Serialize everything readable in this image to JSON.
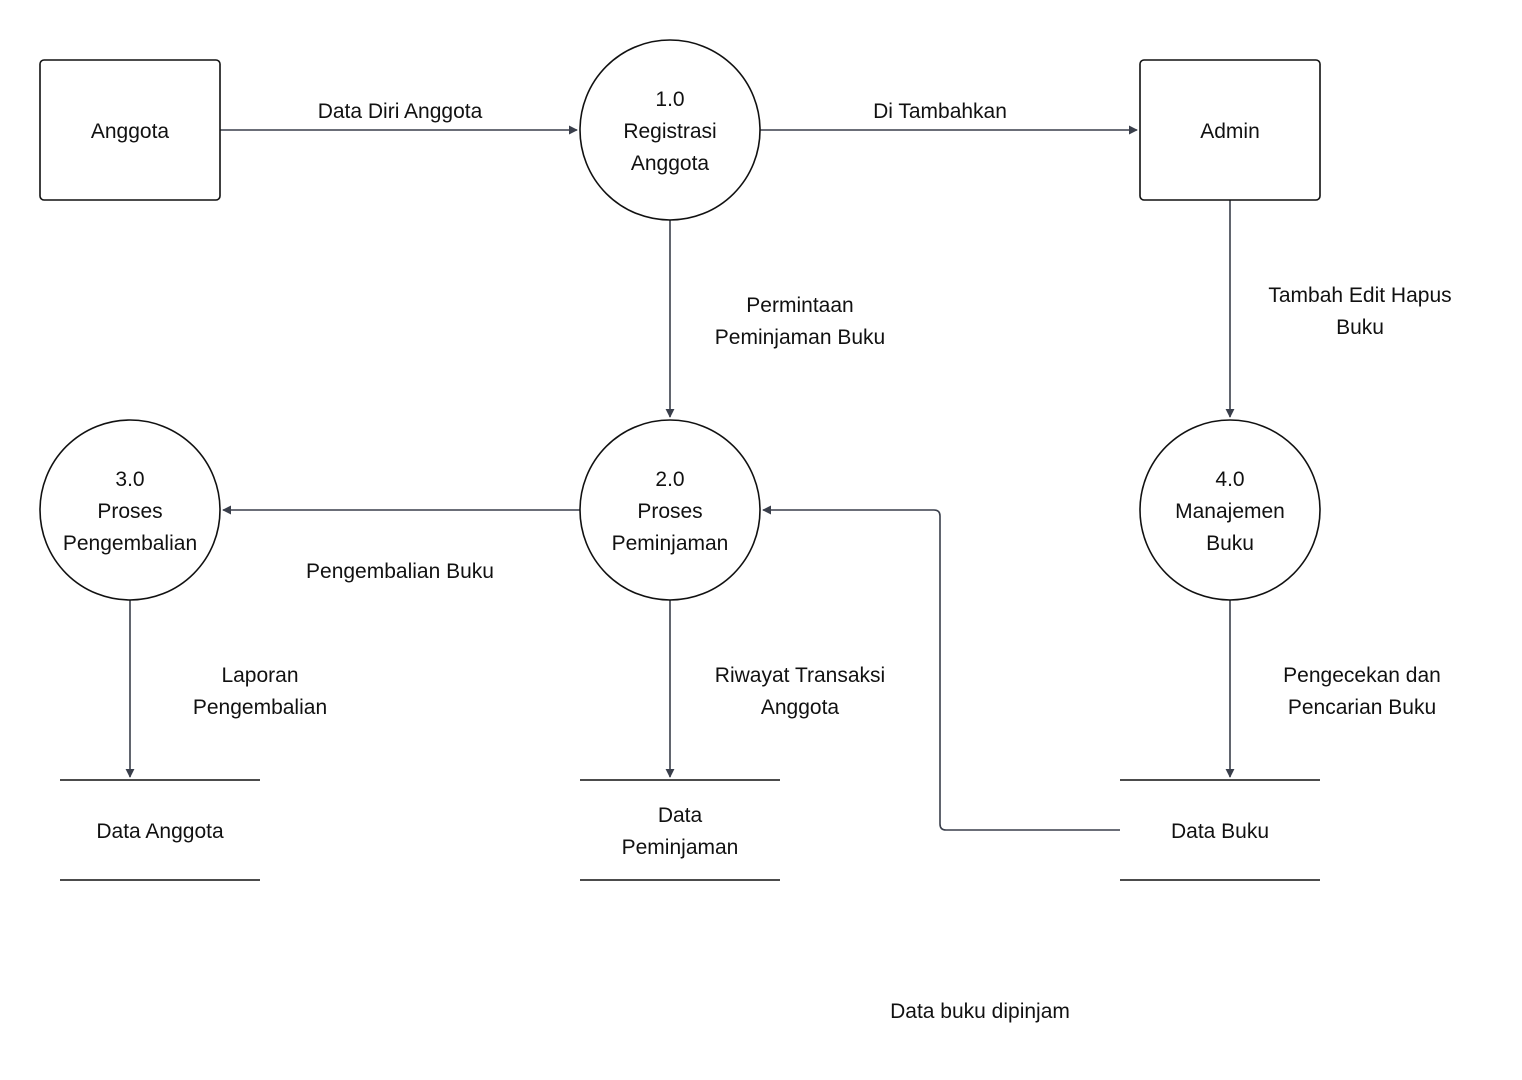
{
  "colors": {
    "line": "#3a3f4b",
    "stroke": "#111111",
    "text": "#111111",
    "background": "#ffffff"
  },
  "entities": {
    "anggota": "Anggota",
    "admin": "Admin"
  },
  "processes": {
    "p1": {
      "number": "1.0",
      "line1": "Registrasi",
      "line2": "Anggota"
    },
    "p2": {
      "number": "2.0",
      "line1": "Proses",
      "line2": "Peminjaman"
    },
    "p3": {
      "number": "3.0",
      "line1": "Proses",
      "line2": "Pengembalian"
    },
    "p4": {
      "number": "4.0",
      "line1": "Manajemen",
      "line2": "Buku"
    }
  },
  "stores": {
    "data_anggota": {
      "line1": "Data Anggota"
    },
    "data_peminjaman": {
      "line1": "Data",
      "line2": "Peminjaman"
    },
    "data_buku": {
      "line1": "Data Buku"
    }
  },
  "flows": {
    "data_diri_anggota": {
      "line1": "Data Diri Anggota"
    },
    "di_tambahkan": {
      "line1": "Di Tambahkan"
    },
    "permintaan": {
      "line1": "Permintaan",
      "line2": "Peminjaman Buku"
    },
    "tambah_edit_hapus": {
      "line1": "Tambah Edit Hapus",
      "line2": "Buku"
    },
    "pengembalian_buku": {
      "line1": "Pengembalian Buku"
    },
    "laporan": {
      "line1": "Laporan",
      "line2": "Pengembalian"
    },
    "riwayat": {
      "line1": "Riwayat Transaksi",
      "line2": "Anggota"
    },
    "pengecekan": {
      "line1": "Pengecekan dan",
      "line2": "Pencarian Buku"
    },
    "data_buku_dipinjam": {
      "line1": "Data buku dipinjam"
    }
  }
}
